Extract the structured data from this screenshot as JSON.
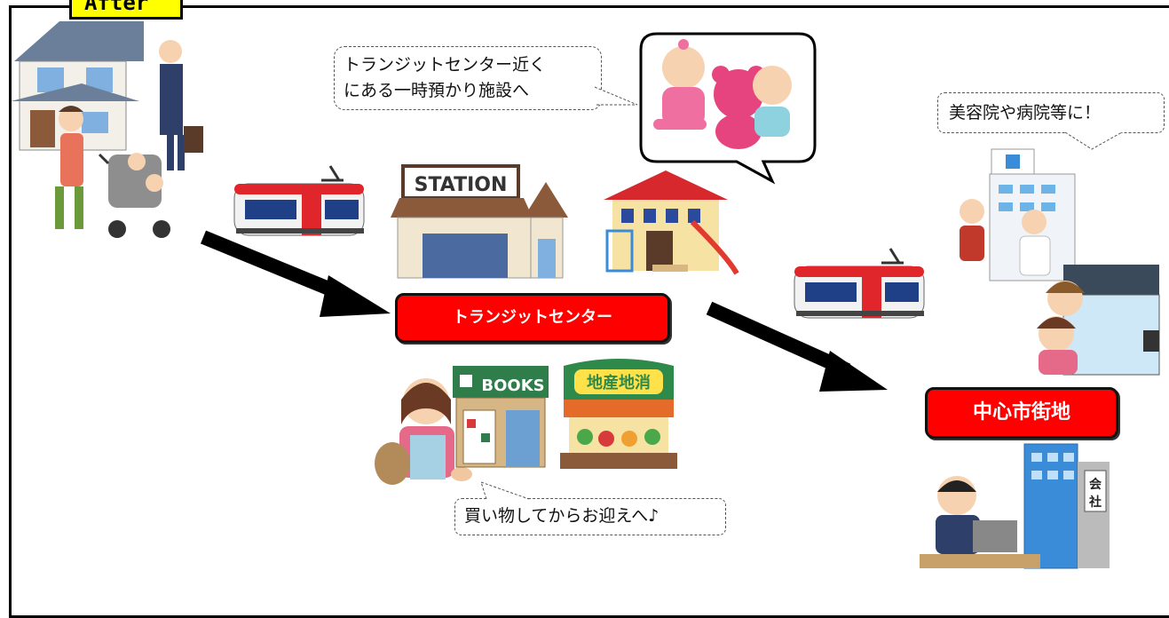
{
  "tag": {
    "label": "After"
  },
  "bubbles": {
    "childcare": {
      "line1": "トランジットセンター近く",
      "line2": "にある一時預かり施設へ"
    },
    "clinic": {
      "text": "美容院や病院等に！"
    },
    "shopping": {
      "text": "買い物してからお迎えへ♪"
    }
  },
  "labels": {
    "transit_center": "トランジットセンター",
    "downtown": "中心市街地"
  },
  "signs": {
    "station": "STATION",
    "books": "BOOKS",
    "market": "地産地消",
    "company": "会社"
  },
  "colors": {
    "label_red": "#ff0000",
    "tag_yellow": "#ffff00",
    "tram_red": "#e0252b",
    "arrow": "#000000"
  }
}
